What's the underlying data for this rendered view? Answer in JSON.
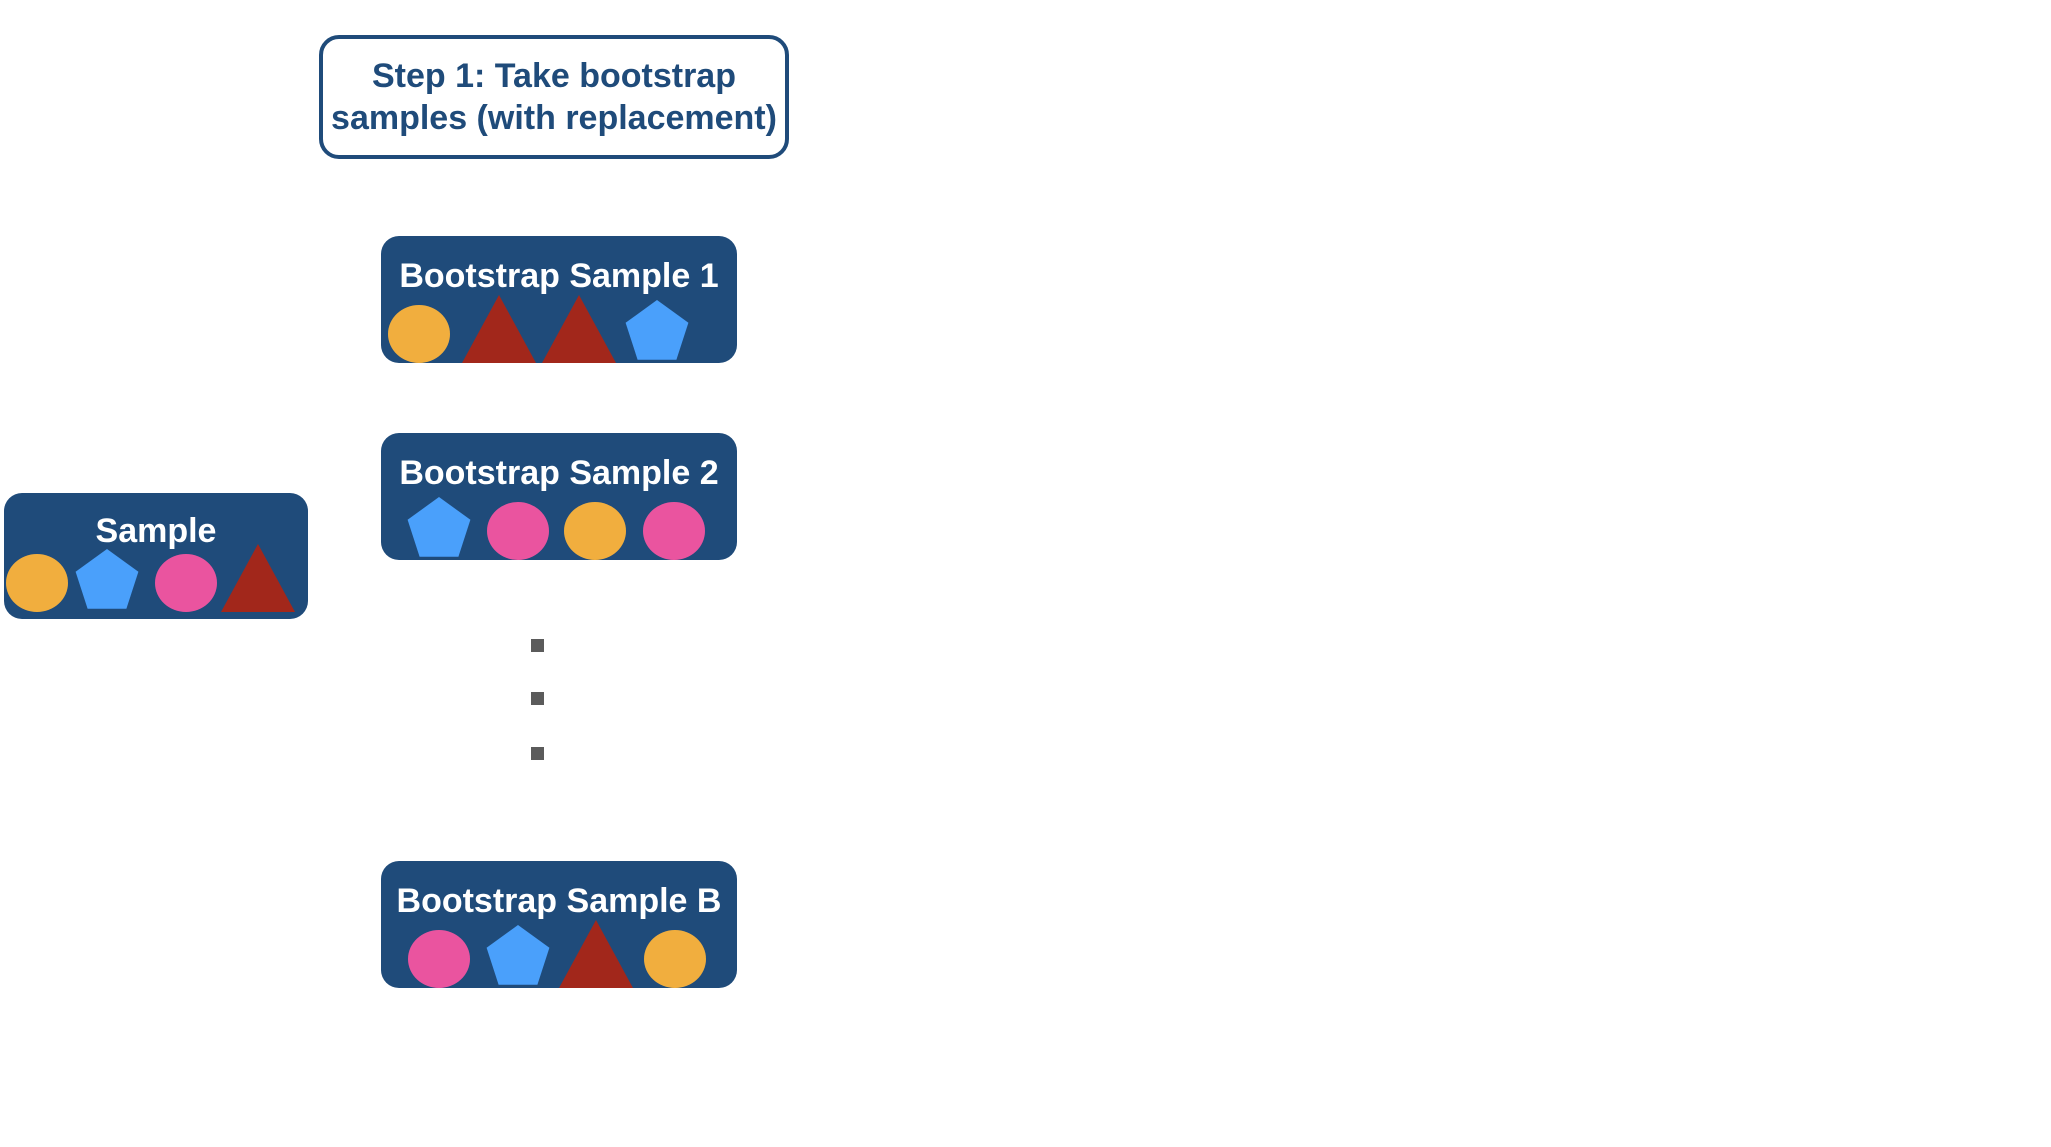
{
  "colors": {
    "navy": "#1f4b7a",
    "orange": "#f1ae3e",
    "red": "#a2271b",
    "blue": "#4aa0fb",
    "pink": "#ea549f",
    "dot": "#5b5b5b"
  },
  "step": {
    "line1": "Step 1: Take bootstrap",
    "line2": "samples (with replacement)"
  },
  "sample": {
    "title": "Sample",
    "shapes": [
      "orange-circle",
      "blue-pentagon",
      "pink-circle",
      "red-triangle"
    ]
  },
  "bootstrap_samples": [
    {
      "title": "Bootstrap Sample 1",
      "shapes": [
        "orange-circle",
        "red-triangle",
        "red-triangle",
        "blue-pentagon"
      ]
    },
    {
      "title": "Bootstrap Sample 2",
      "shapes": [
        "blue-pentagon",
        "pink-circle",
        "orange-circle",
        "pink-circle"
      ]
    },
    {
      "title": "Bootstrap Sample B",
      "shapes": [
        "pink-circle",
        "blue-pentagon",
        "red-triangle",
        "orange-circle"
      ]
    }
  ]
}
